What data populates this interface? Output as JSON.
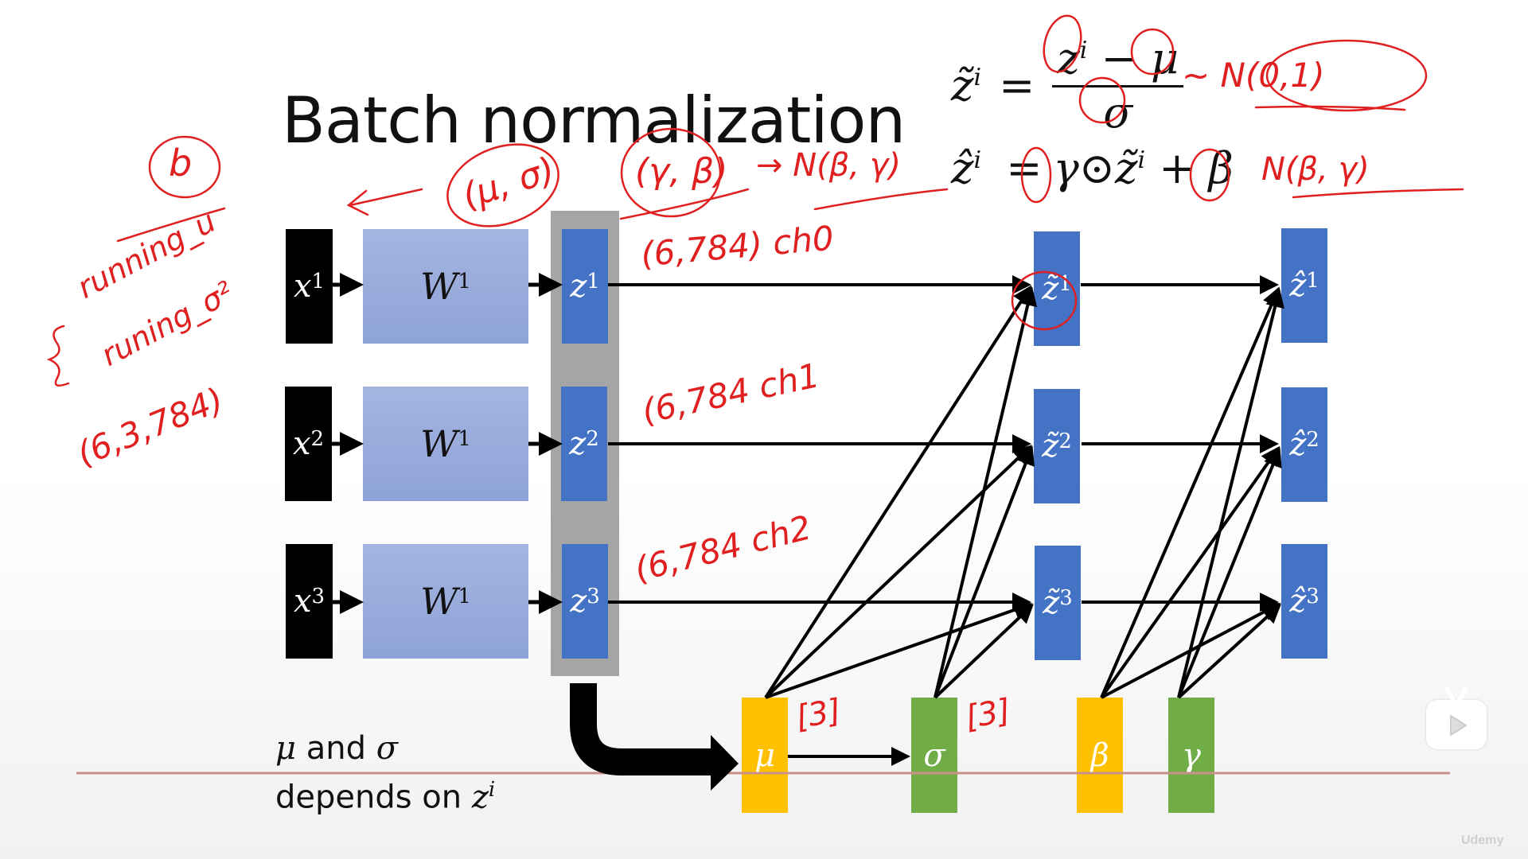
{
  "slide": {
    "title": "Batch normalization",
    "note_line1_mu": "μ",
    "note_line1_and": " and ",
    "note_line1_sigma": "σ",
    "note_line2_text": "depends on ",
    "note_line2_z": "z",
    "note_line2_sup": "i"
  },
  "equations": {
    "tilde": {
      "lhs": "z̃",
      "lhs_sup": "i",
      "eq": "=",
      "num_z": "z",
      "num_sup": "i",
      "minus": " − ",
      "num_mu": "μ",
      "den": "σ"
    },
    "hat": {
      "lhs": "ẑ",
      "lhs_sup": "i",
      "eq": "=",
      "gamma": "γ",
      "odot": "⊙",
      "z": "z̃",
      "z_sup": "i",
      "plus": " + ",
      "beta": "β"
    }
  },
  "diagram": {
    "rows": [
      {
        "x": "x",
        "x_sup": "1",
        "w": "W",
        "w_sup": "1",
        "z": "z",
        "z_sup": "1",
        "zt": "z̃",
        "zt_sup": "1",
        "zh": "ẑ",
        "zh_sup": "1"
      },
      {
        "x": "x",
        "x_sup": "2",
        "w": "W",
        "w_sup": "1",
        "z": "z",
        "z_sup": "2",
        "zt": "z̃",
        "zt_sup": "2",
        "zh": "ẑ",
        "zh_sup": "2"
      },
      {
        "x": "x",
        "x_sup": "3",
        "w": "W",
        "w_sup": "1",
        "z": "z",
        "z_sup": "3",
        "zt": "z̃",
        "zt_sup": "3",
        "zh": "ẑ",
        "zh_sup": "3"
      }
    ],
    "params": {
      "mu": "μ",
      "sigma": "σ",
      "beta": "β",
      "gamma": "γ"
    },
    "colors": {
      "input": "#000000",
      "weight": "#8ea3d8",
      "z": "#4472c4",
      "batch_group": "#a5a5a5",
      "mean_beta": "#ffc000",
      "sigma_gamma": "#70ad47",
      "annotation": "#e02020"
    }
  },
  "annotations": {
    "b_circle": "b",
    "running_mu": "running_u",
    "running_sigma": "runing_σ²",
    "shape_full": "(6,3,784)",
    "mu_sigma": "(μ, σ)",
    "gamma_beta": "(γ, β)",
    "gamma_beta_dist": "→ N(β, γ)",
    "ch0": "(6,784) ch0",
    "ch1": "(6,784  ch1",
    "ch2": "(6,784 ch2",
    "normal01": "~ N(0,1)",
    "hat_dist": "N(β, γ)",
    "mu_size": "[3]",
    "sigma_size": "[3]"
  },
  "player": {
    "play_icon": "bilibili-tv-play-icon",
    "watermark": "Udemy"
  }
}
